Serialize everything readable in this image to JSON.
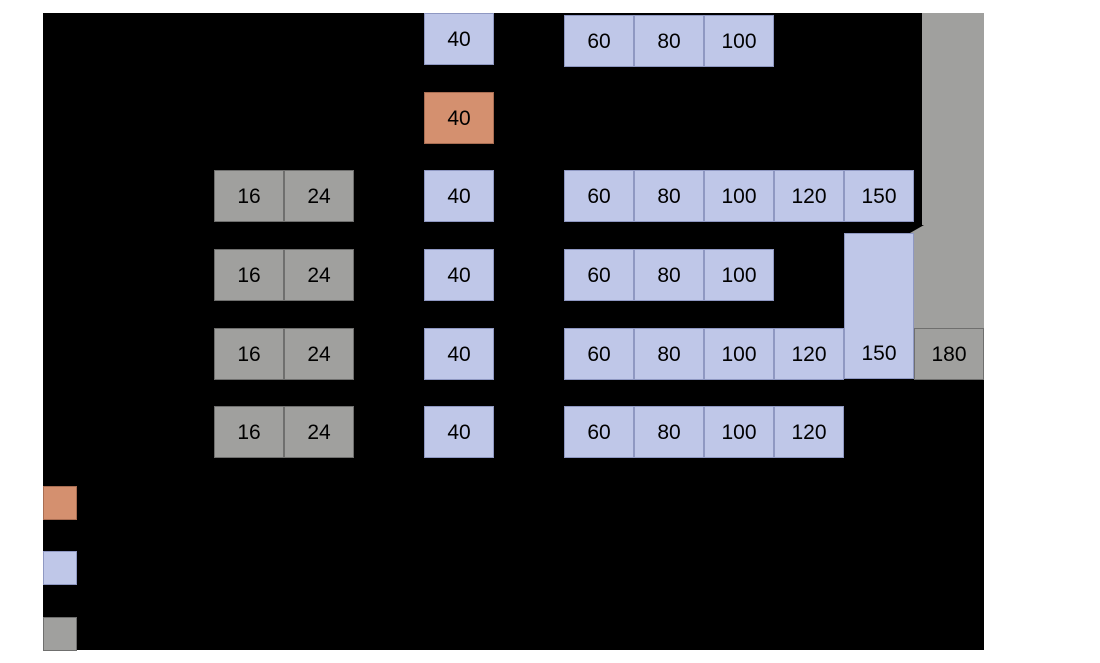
{
  "chart_data": {
    "type": "heatmap",
    "title": "",
    "subtitle": "",
    "xlabel": "",
    "ylabel": "",
    "grid": false,
    "background": "#000000",
    "page_background": "#ffffff",
    "legend_position": "bottom-left",
    "colors": {
      "highlight": "#d4906f",
      "primary": "#bfc7e8",
      "secondary": "#a0a09e",
      "canvas": "#000000"
    },
    "column_values": [
      16,
      24,
      40,
      60,
      80,
      100,
      120,
      150,
      180
    ],
    "rows": [
      {
        "index": 1,
        "cells": [
          {
            "value": "40",
            "color": "primary"
          },
          {
            "value": "60",
            "color": "primary"
          },
          {
            "value": "80",
            "color": "primary"
          },
          {
            "value": "100",
            "color": "primary"
          }
        ]
      },
      {
        "index": 2,
        "cells": [
          {
            "value": "40",
            "color": "highlight"
          }
        ]
      },
      {
        "index": 3,
        "cells": [
          {
            "value": "16",
            "color": "secondary"
          },
          {
            "value": "24",
            "color": "secondary"
          },
          {
            "value": "40",
            "color": "primary"
          },
          {
            "value": "60",
            "color": "primary"
          },
          {
            "value": "80",
            "color": "primary"
          },
          {
            "value": "100",
            "color": "primary"
          },
          {
            "value": "120",
            "color": "primary"
          },
          {
            "value": "150",
            "color": "primary"
          }
        ]
      },
      {
        "index": 4,
        "cells": [
          {
            "value": "16",
            "color": "secondary"
          },
          {
            "value": "24",
            "color": "secondary"
          },
          {
            "value": "40",
            "color": "primary"
          },
          {
            "value": "60",
            "color": "primary"
          },
          {
            "value": "80",
            "color": "primary"
          },
          {
            "value": "100",
            "color": "primary"
          }
        ]
      },
      {
        "index": 5,
        "cells": [
          {
            "value": "16",
            "color": "secondary"
          },
          {
            "value": "24",
            "color": "secondary"
          },
          {
            "value": "40",
            "color": "primary"
          },
          {
            "value": "60",
            "color": "primary"
          },
          {
            "value": "80",
            "color": "primary"
          },
          {
            "value": "100",
            "color": "primary"
          },
          {
            "value": "120",
            "color": "primary"
          },
          {
            "value": "150",
            "color": "primary",
            "rowspan": 3
          },
          {
            "value": "180",
            "color": "secondary"
          }
        ]
      },
      {
        "index": 6,
        "cells": [
          {
            "value": "16",
            "color": "secondary"
          },
          {
            "value": "24",
            "color": "secondary"
          },
          {
            "value": "40",
            "color": "primary"
          },
          {
            "value": "60",
            "color": "primary"
          },
          {
            "value": "80",
            "color": "primary"
          },
          {
            "value": "100",
            "color": "primary"
          },
          {
            "value": "120",
            "color": "primary"
          }
        ]
      }
    ],
    "legend": [
      {
        "color": "#d4906f",
        "label": ""
      },
      {
        "color": "#bfc7e8",
        "label": ""
      },
      {
        "color": "#a0a09e",
        "label": ""
      }
    ]
  },
  "cells": {
    "r1c40": "40",
    "r1c60": "60",
    "r1c80": "80",
    "r1c100": "100",
    "r2c40": "40",
    "r3c16": "16",
    "r3c24": "24",
    "r3c40": "40",
    "r3c60": "60",
    "r3c80": "80",
    "r3c100": "100",
    "r3c120": "120",
    "r3c150": "150",
    "r4c16": "16",
    "r4c24": "24",
    "r4c40": "40",
    "r4c60": "60",
    "r4c80": "80",
    "r4c100": "100",
    "r5c16": "16",
    "r5c24": "24",
    "r5c40": "40",
    "r5c60": "60",
    "r5c80": "80",
    "r5c100": "100",
    "r5c120": "120",
    "r5c150": "150",
    "r5c180": "180",
    "r6c16": "16",
    "r6c24": "24",
    "r6c40": "40",
    "r6c60": "60",
    "r6c80": "80",
    "r6c100": "100",
    "r6c120": "120"
  },
  "legend": {
    "item1_label": "",
    "item2_label": "",
    "item3_label": ""
  }
}
